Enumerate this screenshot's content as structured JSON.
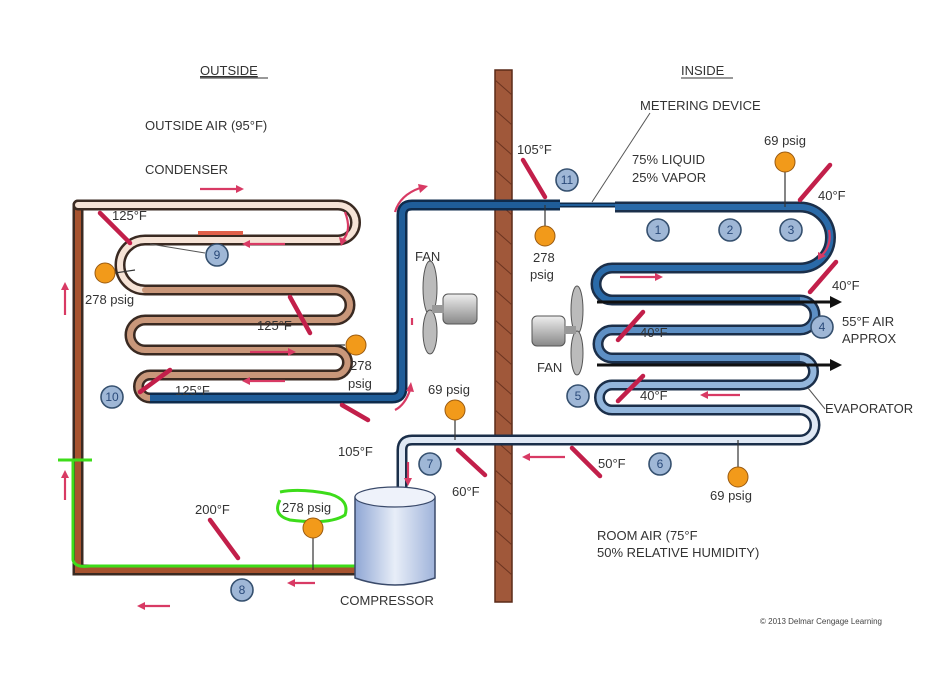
{
  "headings": {
    "outside": "OUTSIDE",
    "inside": "INSIDE"
  },
  "outside": {
    "air": "OUTSIDE AIR (95°F)",
    "condenser": "CONDENSER",
    "fan": "FAN",
    "compressor": "COMPRESSOR",
    "temps": {
      "t9": "125°F",
      "t_mid": "125°F",
      "t10": "125°F",
      "t_liquid": "105°F",
      "t_suction": "60°F",
      "t_discharge": "200°F"
    },
    "pressures": {
      "p9": "278 psig",
      "p_mid_1": "278",
      "p_mid_2": "psig",
      "p_suction": "69 psig",
      "p_discharge": "278 psig"
    }
  },
  "inside": {
    "metering": "METERING DEVICE",
    "mix_1": "75% LIQUID",
    "mix_2": "25% VAPOR",
    "t11": "105°F",
    "p11_1": "278",
    "p11_2": "psig",
    "p3": "69 psig",
    "t3": "40°F",
    "t_row2": "40°F",
    "air_1": "55°F AIR",
    "air_2": "APPROX",
    "t_row3": "40°F",
    "t5": "40°F",
    "fan": "FAN",
    "evaporator": "EVAPORATOR",
    "t6": "50°F",
    "p6": "69 psig",
    "room_1": "ROOM  AIR (75°F",
    "room_2": "50% RELATIVE HUMIDITY)"
  },
  "markers": [
    "1",
    "2",
    "3",
    "4",
    "5",
    "6",
    "7",
    "8",
    "9",
    "10",
    "11"
  ],
  "copyright": "© 2013 Delmar Cengage Learning",
  "colors": {
    "wall": "#8b4a2e",
    "gauge": "#f29a1a",
    "thermometer": "#c21f4a",
    "flow_arrow": "#d83a64",
    "liquid_line": "#1f5d99",
    "highlight": "#3ddc1a"
  }
}
